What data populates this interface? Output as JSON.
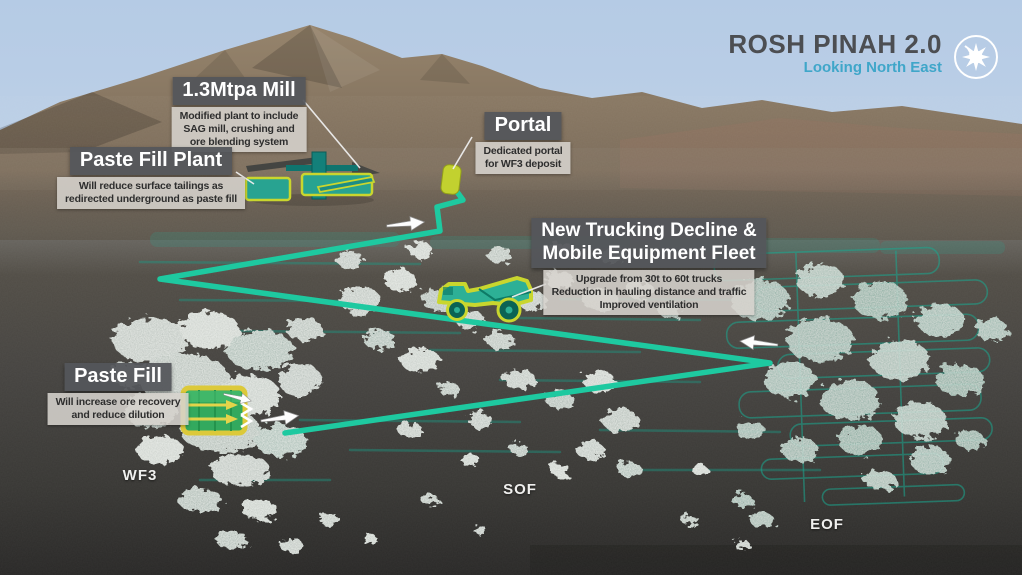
{
  "header": {
    "title": "ROSH PINAH 2.0",
    "subtitle": "Looking North East",
    "logo_icon": "starburst-compass-icon"
  },
  "callouts": [
    {
      "id": "mill",
      "title": "1.3Mtpa Mill",
      "desc_lines": [
        "Modified plant to include",
        "SAG mill, crushing and",
        "ore blending system"
      ]
    },
    {
      "id": "paste-fill-plant",
      "title": "Paste Fill Plant",
      "desc_lines": [
        "Will reduce surface tailings as",
        "redirected underground as paste fill"
      ]
    },
    {
      "id": "portal",
      "title": "Portal",
      "desc_lines": [
        "Dedicated portal",
        "for WF3 deposit"
      ]
    },
    {
      "id": "trucking-decline",
      "title_lines": [
        "New Trucking Decline &",
        "Mobile Equipment Fleet"
      ],
      "desc_lines": [
        "Upgrade from 30t to 60t trucks",
        "Reduction in hauling distance and traffic",
        "Improved ventilation"
      ]
    },
    {
      "id": "paste-fill",
      "title": "Paste Fill",
      "desc_lines": [
        "Will increase ore recovery",
        "and reduce dilution"
      ]
    }
  ],
  "deposits": [
    {
      "label": "WF3"
    },
    {
      "label": "SOF"
    },
    {
      "label": "EOF"
    }
  ],
  "colors": {
    "decline_path": "#1ec9a0",
    "equipment_outline": "#c9d62e",
    "title_box_bg": "#55575a",
    "desc_box_bg": "#d6d3ce",
    "header_title": "#4c4e52",
    "header_subtitle": "#3fa6c9"
  }
}
